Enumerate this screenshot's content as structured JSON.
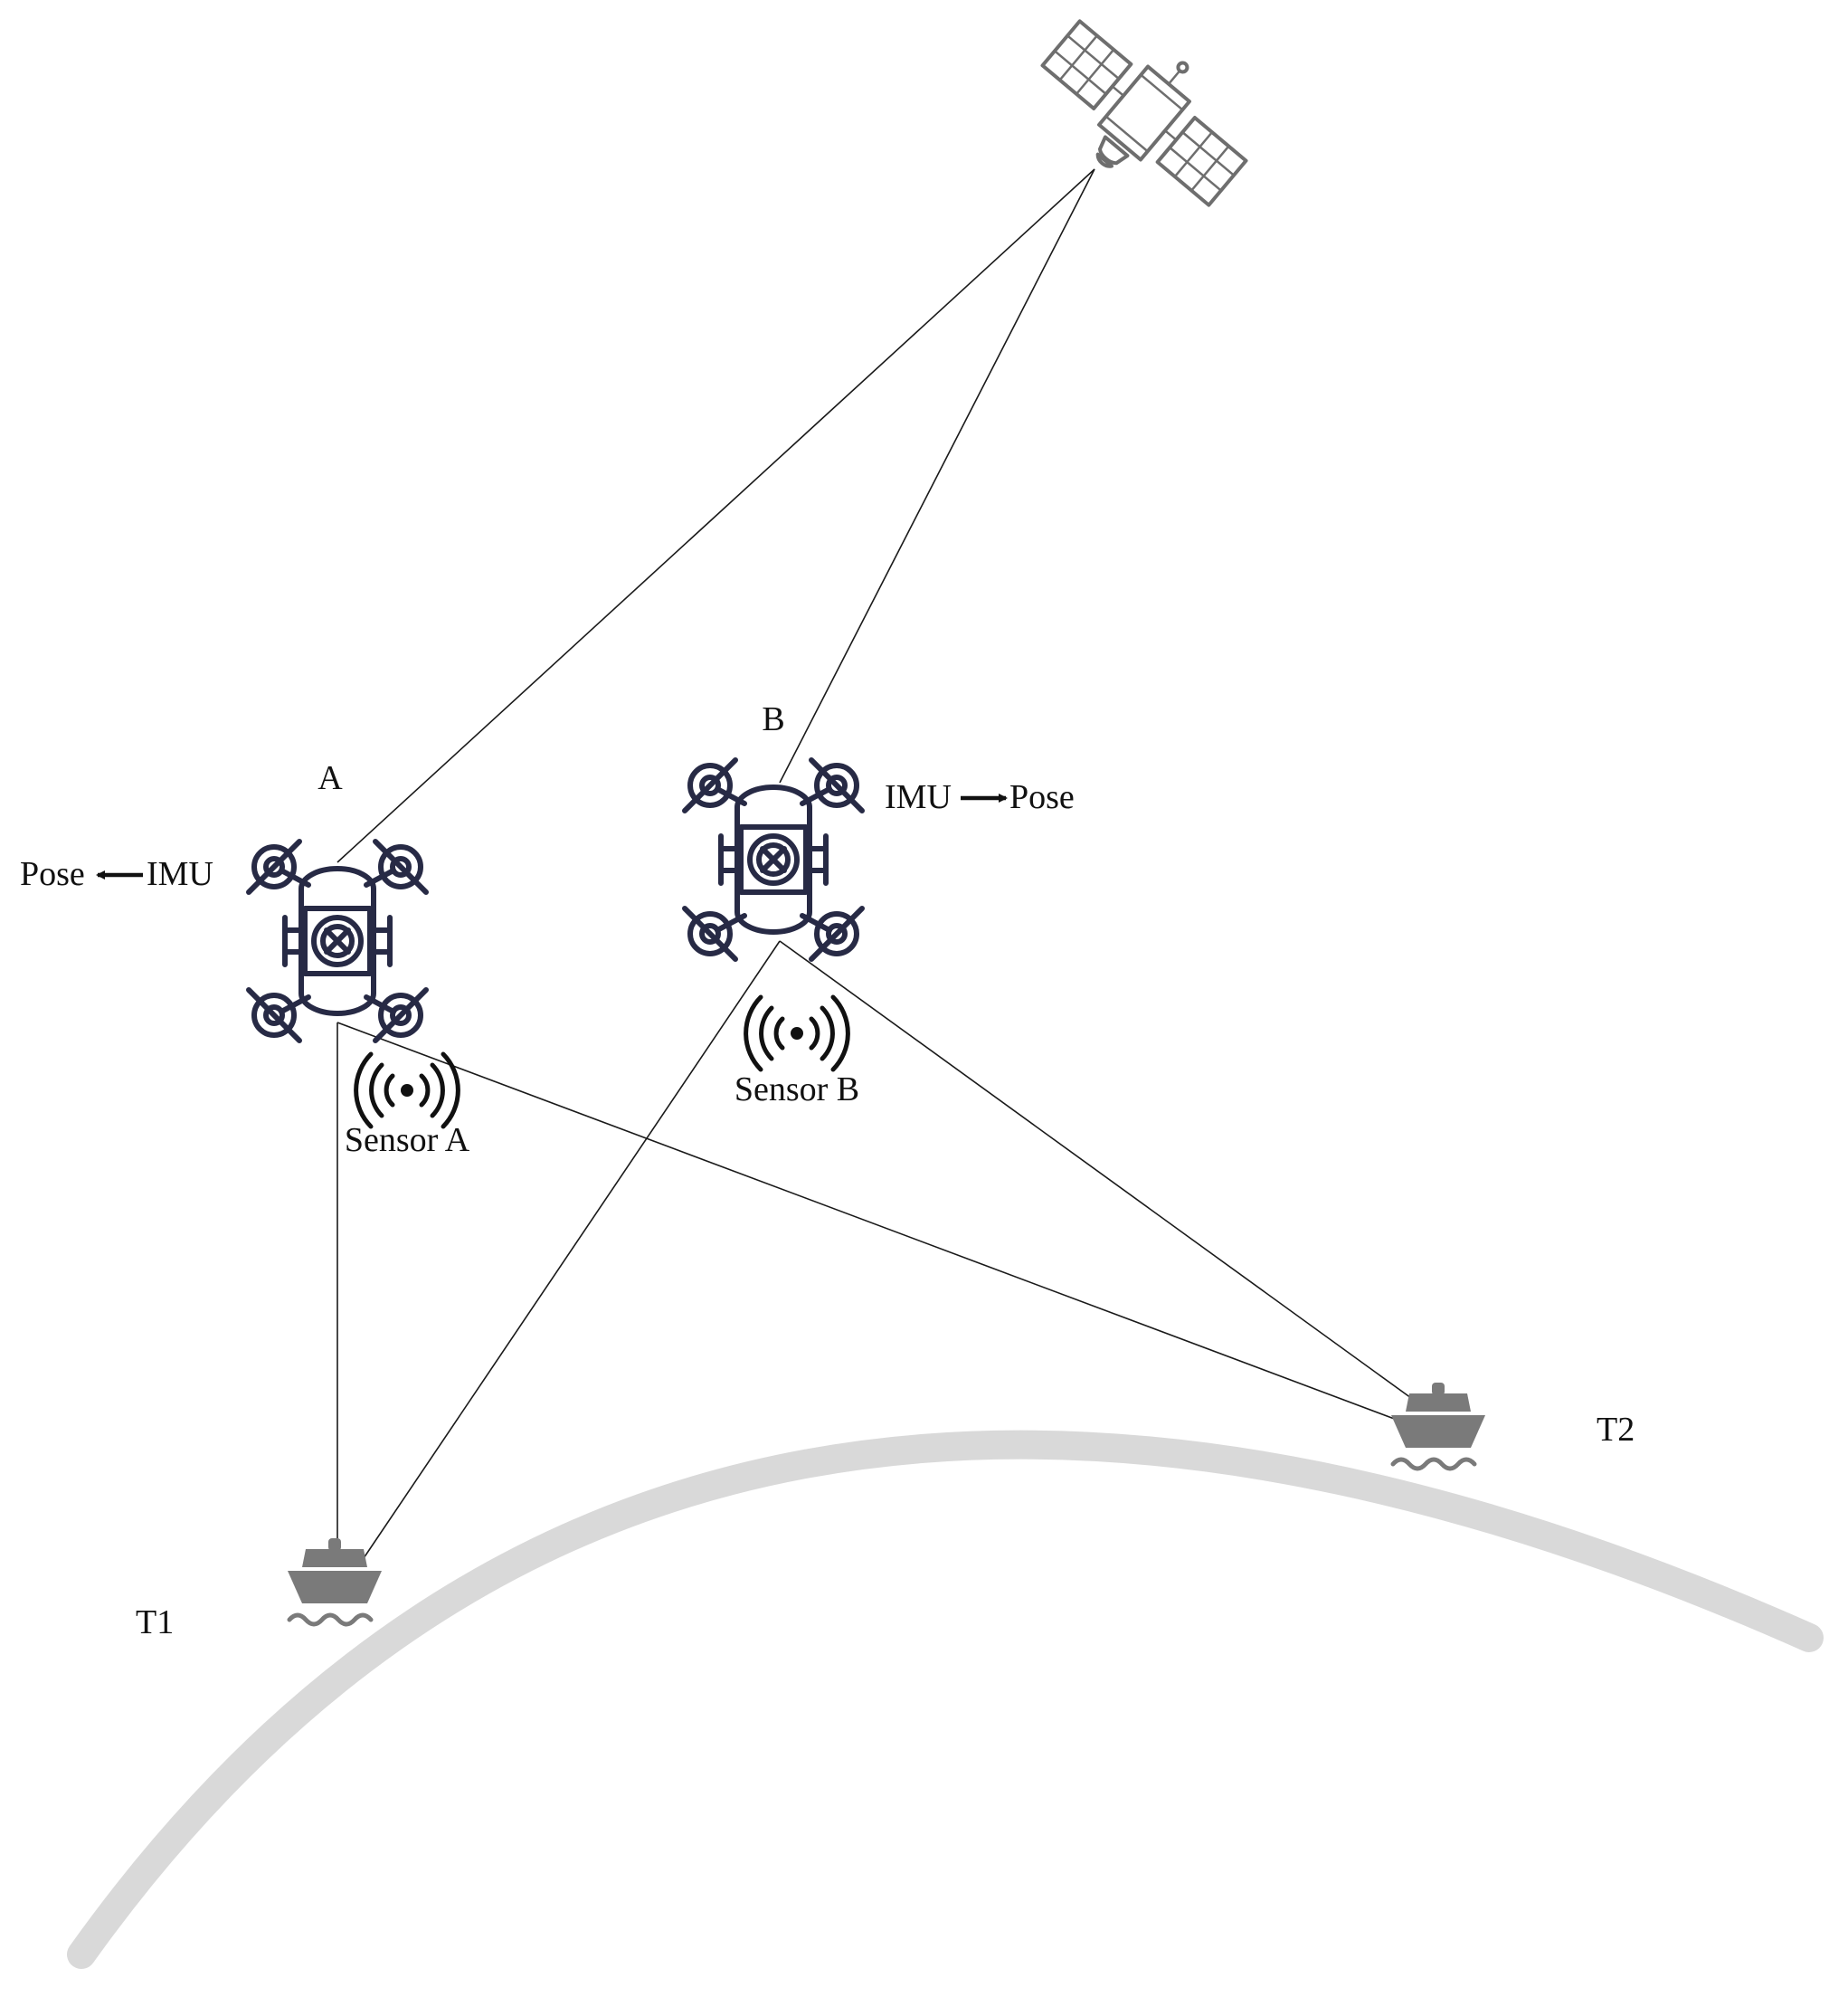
{
  "labels": {
    "drone_a": "A",
    "drone_b": "B",
    "pose_a": "Pose",
    "imu_a": "IMU",
    "imu_b": "IMU",
    "pose_b": "Pose",
    "sensor_a": "Sensor A",
    "sensor_b": "Sensor B",
    "target_1": "T1",
    "target_2": "T2"
  },
  "icons": {
    "satellite": "satellite-icon",
    "drone": "quadcopter-drone-icon",
    "sensor": "wireless-signal-icon",
    "ship": "ship-icon"
  },
  "colors": {
    "drone": "#272a45",
    "satellite": "#6e6e6e",
    "ship": "#7a7a7a",
    "earth_arc": "#d9d9d9",
    "links": "#1a1a1a"
  }
}
